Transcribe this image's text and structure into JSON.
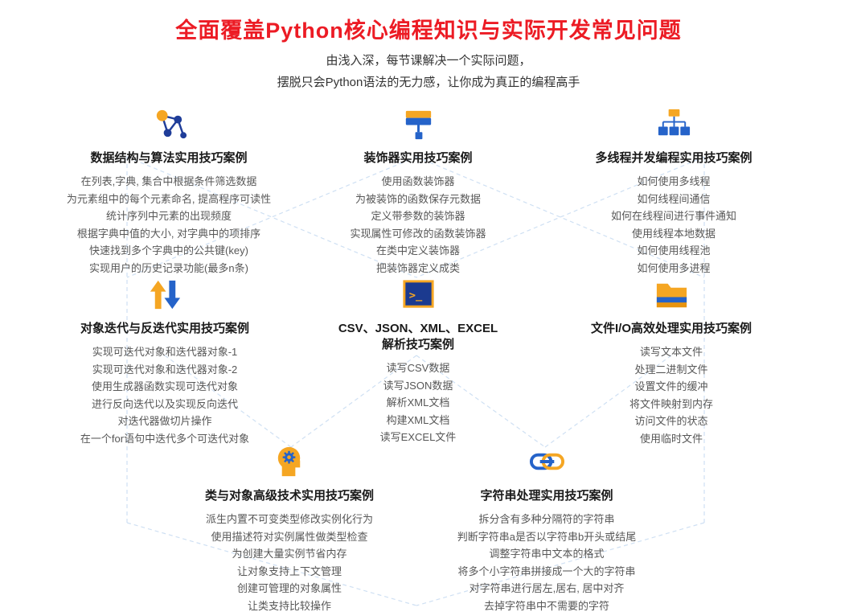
{
  "page": {
    "title": "全面覆盖Python核心编程知识与实际开发常见问题",
    "subtitle_line1": "由浅入深，每节课解决一个实际问题，",
    "subtitle_line2": "摆脱只会Python语法的无力感，让你成为真正的编程高手"
  },
  "colors": {
    "title_red": "#ec1b24",
    "brand_blue": "#2563c9",
    "brand_navy": "#1f3d99",
    "brand_yellow": "#f5a623",
    "connector_dash": "#cfe0f3",
    "heading_text": "#1a1a1a",
    "body_text": "#575757"
  },
  "sections": [
    {
      "icon": "network-icon",
      "title": "数据结构与算法实用技巧案例",
      "items": [
        "在列表,字典, 集合中根据条件筛选数据",
        "为元素组中的每个元素命名, 提高程序可读性",
        "统计序列中元素的出现频度",
        "根据字典中值的大小, 对字典中的项排序",
        "快速找到多个字典中的公共键(key)",
        "实现用户的历史记录功能(最多n条)"
      ]
    },
    {
      "icon": "paint-roller-icon",
      "title": "装饰器实用技巧案例",
      "items": [
        "使用函数装饰器",
        "为被装饰的函数保存元数据",
        "定义带参数的装饰器",
        "实现属性可修改的函数装饰器",
        "在类中定义装饰器",
        "把装饰器定义成类"
      ]
    },
    {
      "icon": "flowchart-icon",
      "title": "多线程并发编程实用技巧案例",
      "items": [
        "如何使用多线程",
        "如何线程间通信",
        "如何在线程间进行事件通知",
        "使用线程本地数据",
        "如何使用线程池",
        "如何使用多进程"
      ]
    },
    {
      "icon": "sort-arrows-icon",
      "title": "对象迭代与反迭代实用技巧案例",
      "items": [
        "实现可迭代对象和迭代器对象-1",
        "实现可迭代对象和迭代器对象-2",
        "使用生成器函数实现可迭代对象",
        "进行反向迭代以及实现反向迭代",
        "对迭代器做切片操作",
        "在一个for语句中迭代多个可迭代对象"
      ]
    },
    {
      "icon": "terminal-icon",
      "title": "CSV、JSON、XML、EXCEL",
      "title2": "解析技巧案例",
      "items": [
        "读写CSV数据",
        "读写JSON数据",
        "解析XML文档",
        "构建XML文档",
        "读写EXCEL文件"
      ]
    },
    {
      "icon": "folder-icon",
      "title": "文件I/O高效处理实用技巧案例",
      "items": [
        "读写文本文件",
        "处理二进制文件",
        "设置文件的缓冲",
        "将文件映射到内存",
        "访问文件的状态",
        "使用临时文件"
      ]
    },
    {
      "icon": "head-gear-icon",
      "title": "类与对象高级技术实用技巧案例",
      "items": [
        "派生内置不可变类型修改实例化行为",
        "使用描述符对实例属性做类型检查",
        "为创建大量实例节省内存",
        "让对象支持上下文管理",
        "创建可管理的对象属性",
        "让类支持比较操作"
      ]
    },
    {
      "icon": "chain-link-icon",
      "title": "字符串处理实用技巧案例",
      "items": [
        "拆分含有多种分隔符的字符串",
        "判断字符串a是否以字符串b开头或结尾",
        "调整字符串中文本的格式",
        "将多个小字符串拼接成一个大的字符串",
        "对字符串进行居左,居右, 居中对齐",
        "去掉字符串中不需要的字符"
      ]
    }
  ]
}
